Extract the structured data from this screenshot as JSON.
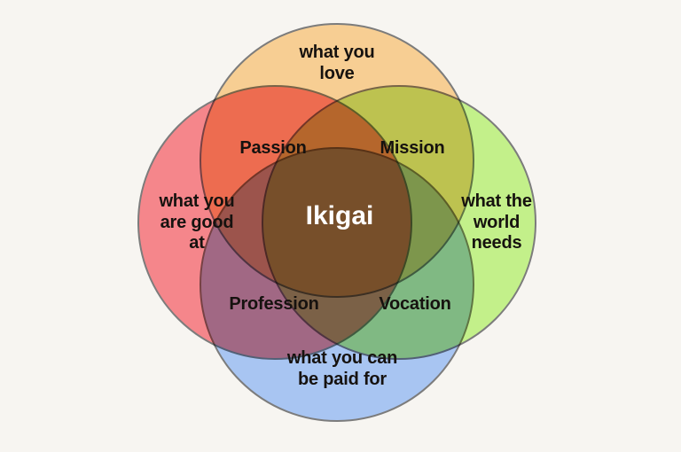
{
  "diagram": {
    "title": "Ikigai",
    "type": "4-circle Venn diagram",
    "background_color": "#f7f5f1",
    "stroke_color": "#7c7c7c"
  },
  "circles": [
    {
      "id": "love",
      "position": "top",
      "label": "what you\nlove",
      "color": "#f7ce93",
      "color_name": "peach"
    },
    {
      "id": "good_at",
      "position": "left",
      "label": "what you\nare good\nat",
      "color": "#f5868b",
      "color_name": "pink"
    },
    {
      "id": "world_needs",
      "position": "right",
      "label": "what the\nworld\nneeds",
      "color": "#c3f08a",
      "color_name": "light green"
    },
    {
      "id": "paid_for",
      "position": "bottom",
      "label": "what you can\nbe paid for",
      "color": "#a8c5f2",
      "color_name": "light blue"
    }
  ],
  "intersections": [
    {
      "id": "passion",
      "label": "Passion",
      "between": "what you love + what you are good at",
      "color": "#f77f5e"
    },
    {
      "id": "mission",
      "label": "Mission",
      "between": "what you love + what the world needs",
      "color": "#c2dc4e"
    },
    {
      "id": "profession",
      "label": "Profession",
      "between": "what you are good at + what you can be paid for",
      "color": "#9e7fb5"
    },
    {
      "id": "vocation",
      "label": "Vocation",
      "between": "what the world needs + what you can be paid for",
      "color": "#7cccbe"
    }
  ],
  "center": {
    "id": "ikigai",
    "label": "Ikigai",
    "text_color": "#ffffff",
    "color": "#92ad96"
  }
}
